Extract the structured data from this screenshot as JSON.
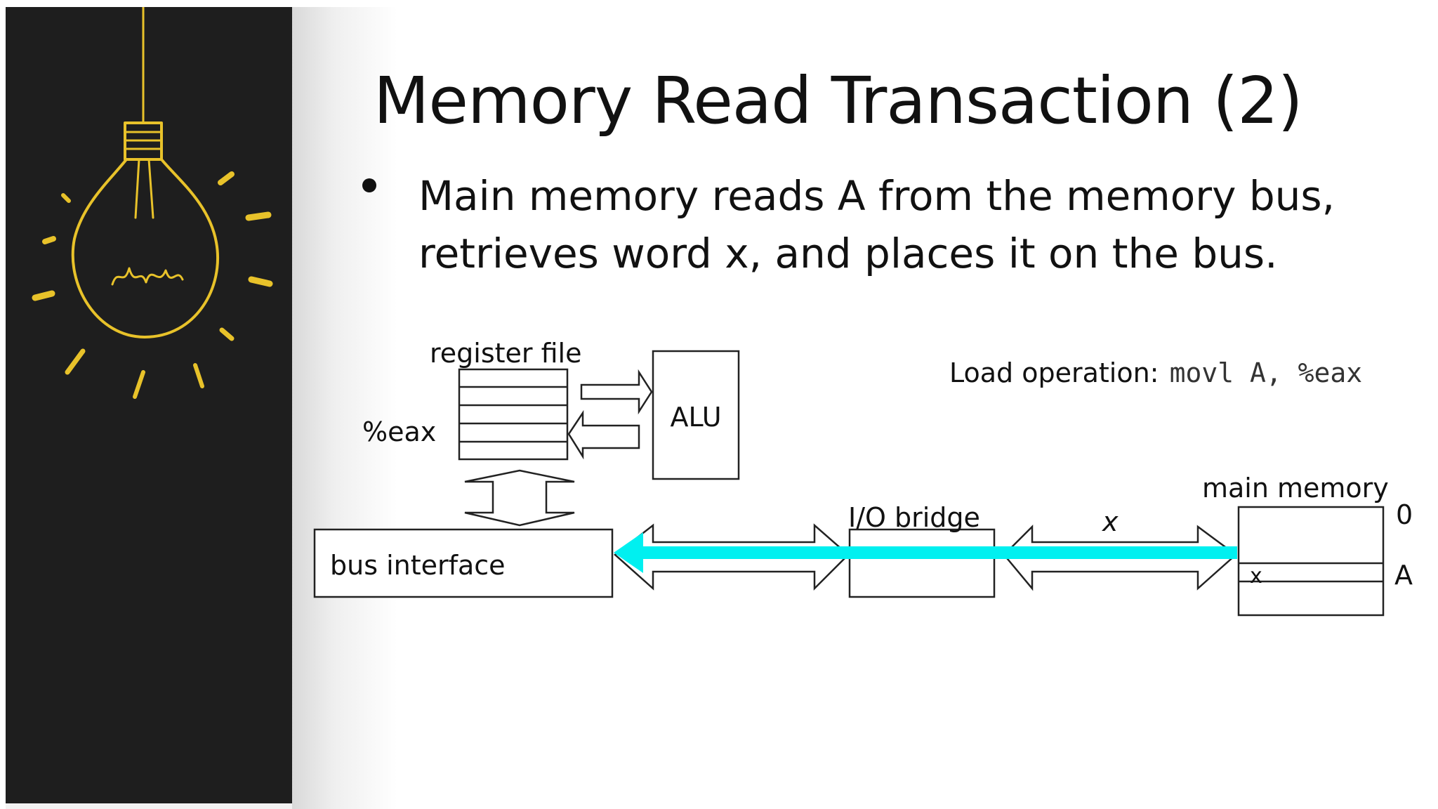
{
  "slide": {
    "title": "Memory Read Transaction (2)",
    "bullet": "Main memory reads A from the memory bus, retrieves word x, and places it on the bus."
  },
  "diagram": {
    "register_file_label": "register file",
    "register_label": "%eax",
    "alu_label": "ALU",
    "bus_interface_label": "bus interface",
    "io_bridge_label": "I/O bridge",
    "memory_bus_label": "x",
    "main_memory_label": "main memory",
    "address_zero_label": "0",
    "address_a_label": "A",
    "memory_cell_value": "x",
    "load_operation_label": "Load operation:",
    "load_operation_code": "movl A, %eax",
    "highlight_color": "#00f0f0"
  },
  "decoration": {
    "icon": "lightbulb-icon",
    "panel_color": "#1e1e1e",
    "accent_color": "#e8c22a"
  }
}
